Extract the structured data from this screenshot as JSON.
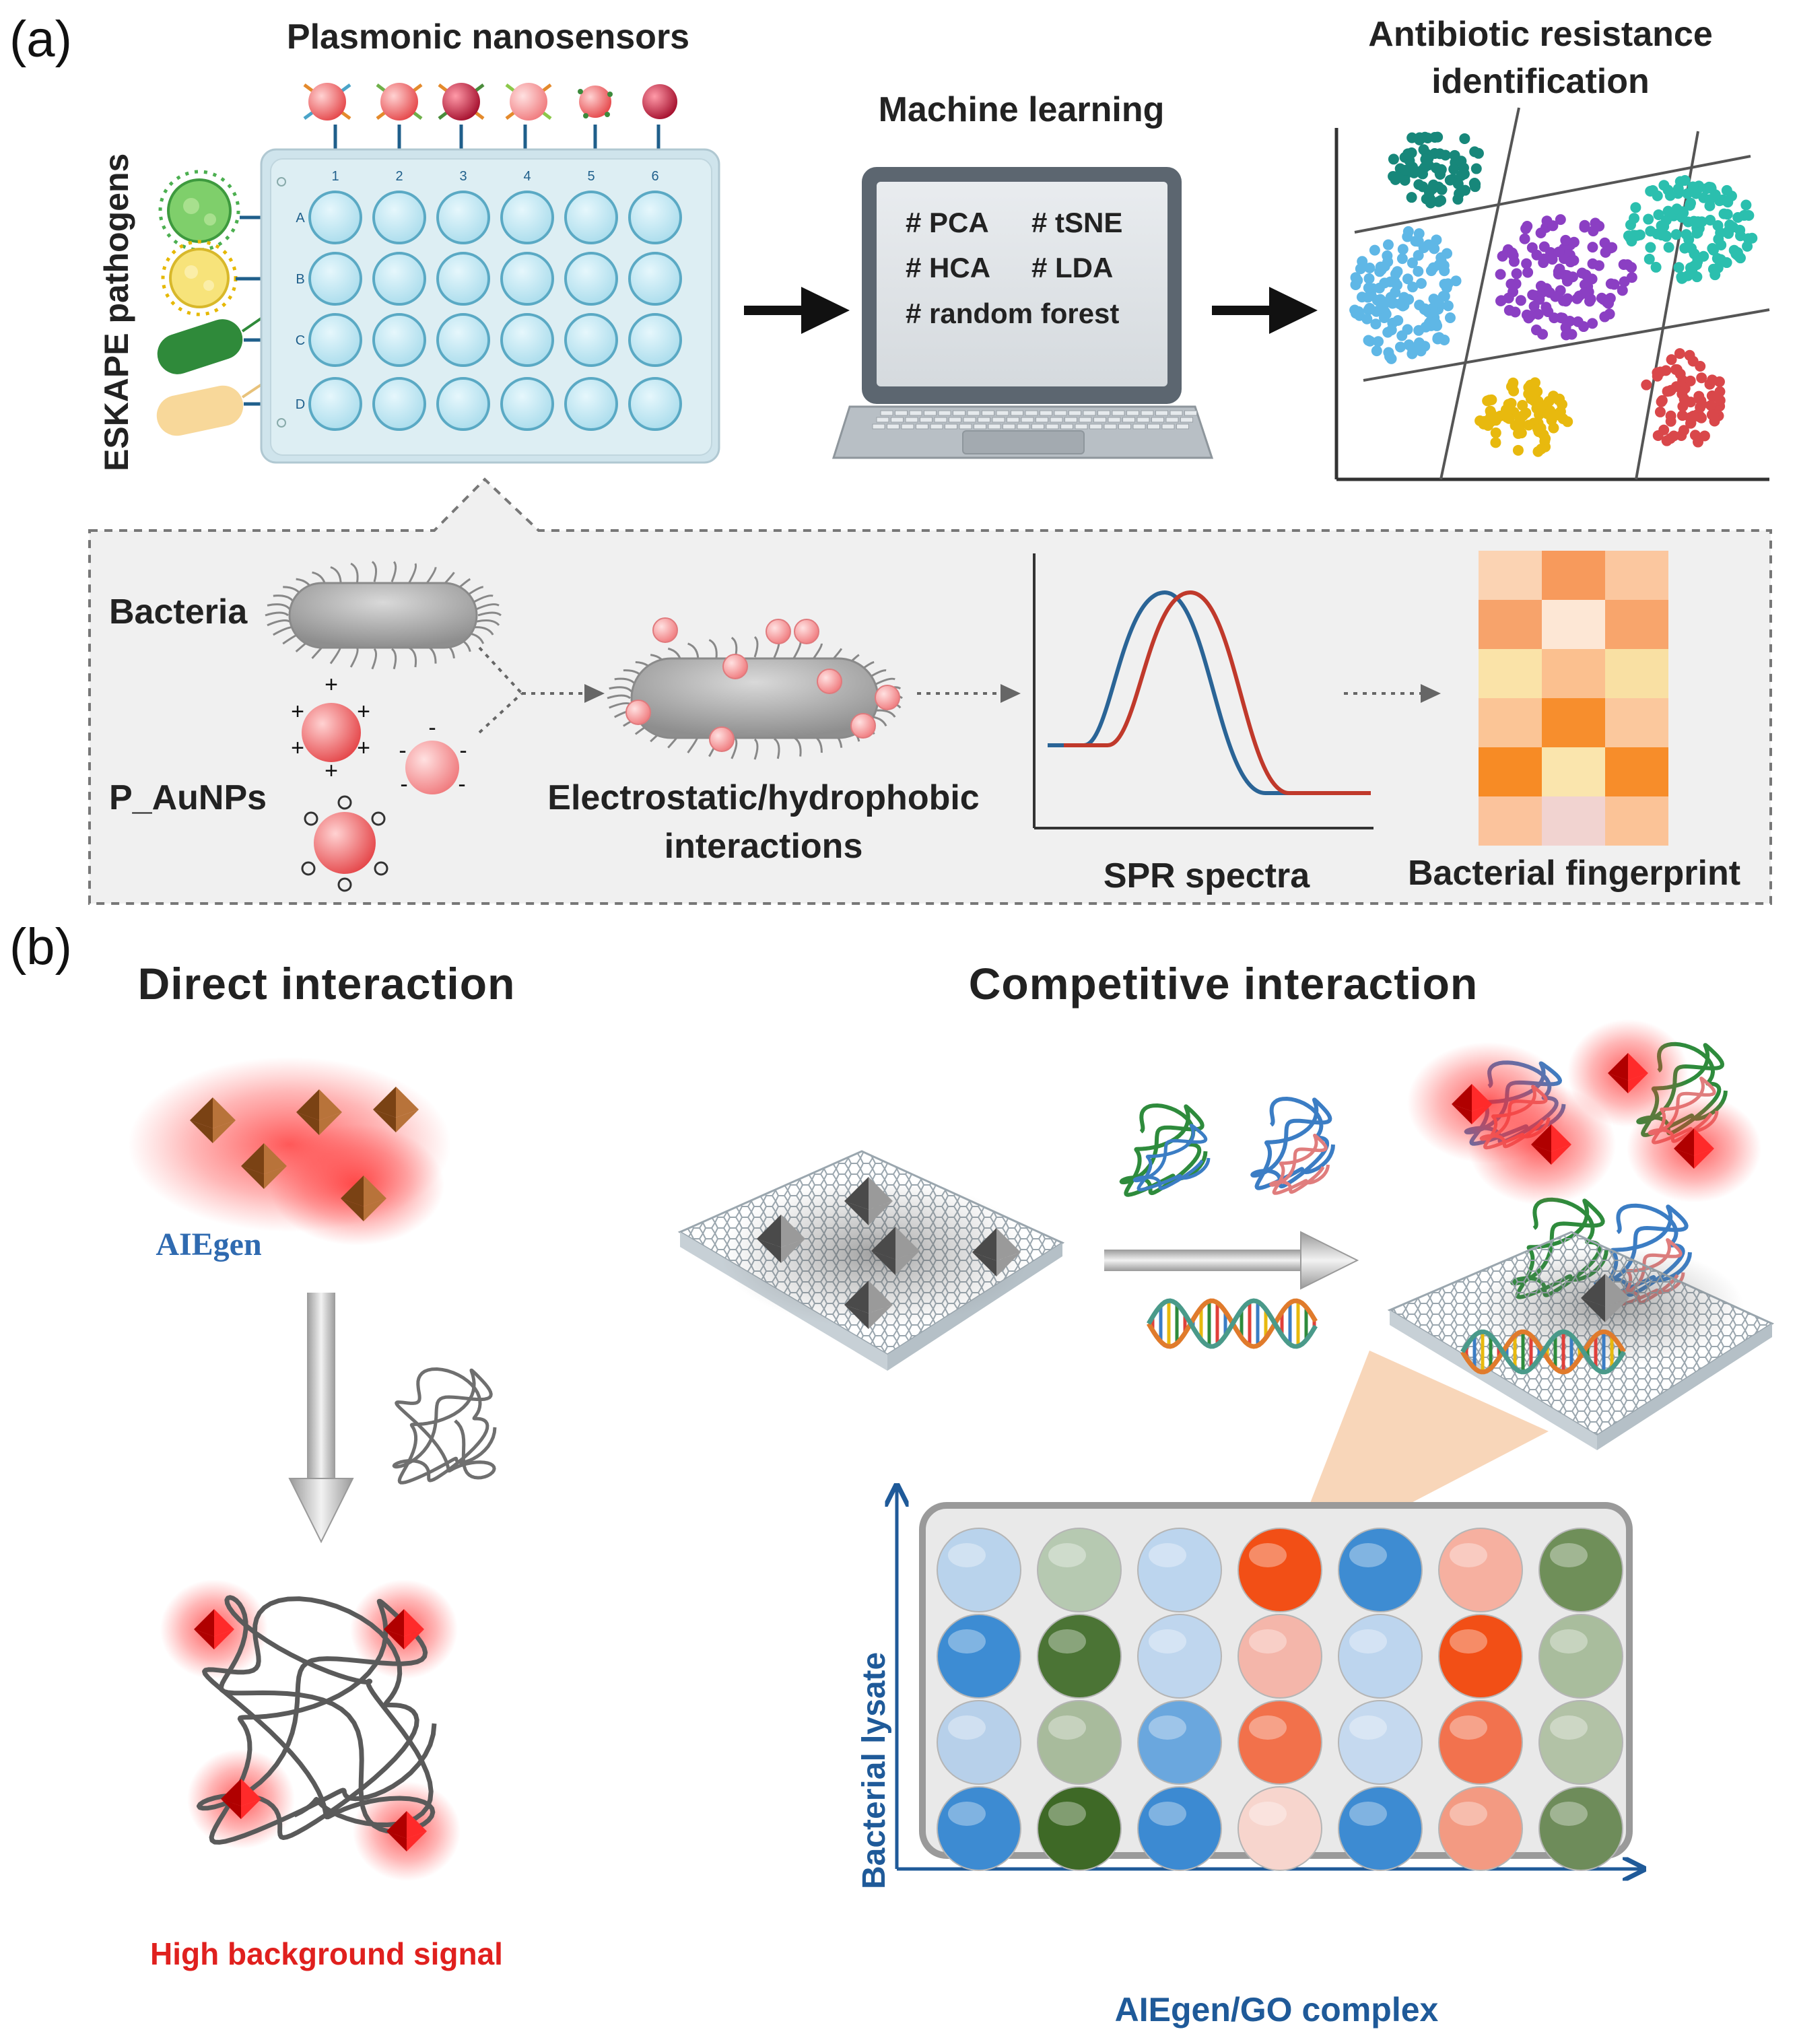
{
  "panel_a": {
    "label": "(a)",
    "plasmonic_title": "Plasmonic nanosensors",
    "eskape_label": "ESKAPE pathogens",
    "column_numbers": [
      "1",
      "2",
      "3",
      "4",
      "5",
      "6"
    ],
    "row_letters": [
      "A",
      "B",
      "C",
      "D"
    ],
    "machine_learning_title": "Machine learning",
    "screen_lines": [
      "# PCA",
      "# tSNE",
      "# HCA",
      "# LDA",
      "# random forest"
    ],
    "result_title_line1": "Antibiotic resistance",
    "result_title_line2": "identification",
    "bacteria_label": "Bacteria",
    "aunp_label": "P_AuNPs",
    "interaction_label_line1": "Electrostatic/hydrophobic",
    "interaction_label_line2": "interactions",
    "spectra_label": "SPR spectra",
    "fingerprint_label": "Bacterial fingerprint",
    "fingerprint_colors": [
      [
        "#fbd3b3",
        "#f79a5c",
        "#fbc79f"
      ],
      [
        "#f7a36b",
        "#fde7d5",
        "#f8a56c"
      ],
      [
        "#fae3a8",
        "#fbc08f",
        "#f9e0a3"
      ],
      [
        "#fbc596",
        "#f78e2d",
        "#fbc89d"
      ],
      [
        "#f78b25",
        "#fae5ad",
        "#f78d2a"
      ],
      [
        "#fbc39c",
        "#f1d3d0",
        "#fbc397"
      ]
    ],
    "colors": {
      "well": "#bfe6f2",
      "plate": "#ddeef3",
      "arrow_blue": "#1f5f8b",
      "spectrum_blue": "#2a6496",
      "spectrum_red": "#c0392b",
      "cluster_teal": "#17877a",
      "cluster_lightblue": "#5fb7e6",
      "cluster_purple": "#8b3fc3",
      "cluster_cyan": "#2bbfae",
      "cluster_yellow": "#e8b90e",
      "cluster_red": "#d9474a"
    }
  },
  "panel_b": {
    "label": "(b)",
    "direct_title": "Direct interaction",
    "competitive_title": "Competitive interaction",
    "aiegen_label": "AIEgen",
    "background_signal_label": "High background signal",
    "y_axis_label": "Bacterial lysate",
    "x_axis_label": "AIEgen/GO complex",
    "well_colors": [
      [
        "#b9d3ec",
        "#b6c9b1",
        "#bcd5ee",
        "#f24f16",
        "#3e8cd2",
        "#f6b0a0",
        "#6f8f59"
      ],
      [
        "#3d8cd3",
        "#4b7435",
        "#bfd6ee",
        "#f4b6aa",
        "#bdd5ee",
        "#f24f16",
        "#a9bd9d"
      ],
      [
        "#b7d0ea",
        "#a8bb9c",
        "#6aa7de",
        "#f2714b",
        "#c5d9ef",
        "#f2724e",
        "#b2c2a6"
      ],
      [
        "#3d8bd2",
        "#3e6926",
        "#3c8ad2",
        "#f7d5cd",
        "#3d8bd2",
        "#f39a82",
        "#6e8c5a"
      ]
    ],
    "colors": {
      "axis": "#1f5a99",
      "title_label": "#2f6ab0",
      "signal_red": "#e0201e",
      "diamond_brown": "#9b5a1e"
    }
  }
}
